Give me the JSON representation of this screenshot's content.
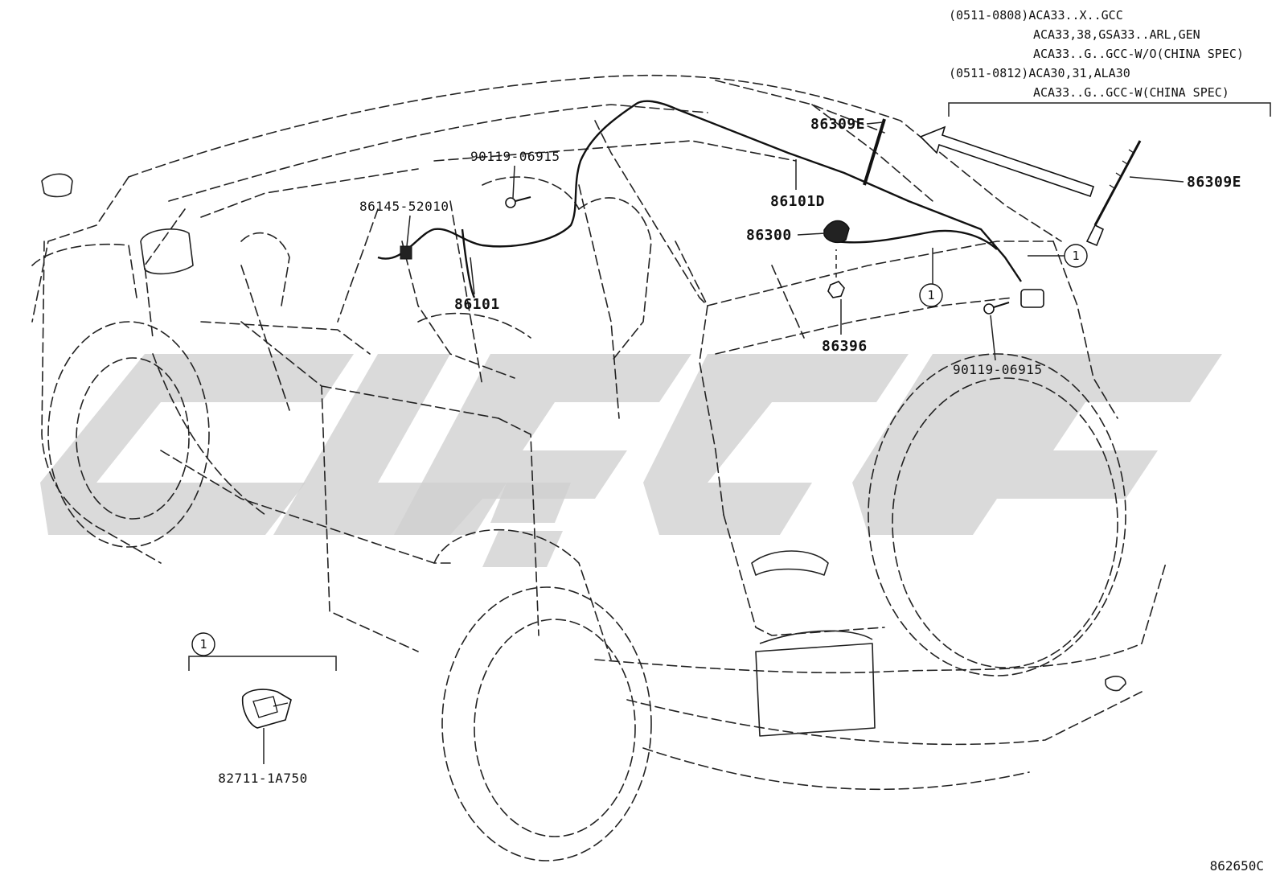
{
  "labels": {
    "p90119_a": "90119-06915",
    "p86145": "86145-52010",
    "p86101": "86101",
    "p86101d": "86101D",
    "p86300": "86300",
    "p86309e_a": "86309E",
    "p86309e_b": "86309E",
    "p86396": "86396",
    "p90119_b": "90119-06915",
    "p82711": "82711-1A750"
  },
  "callouts": {
    "one_a": "1",
    "one_b": "1",
    "one_c": "1"
  },
  "applicability": {
    "line1": "(0511-0808)ACA33..X..GCC",
    "line2": "ACA33,38,GSA33..ARL,GEN",
    "line3": "ACA33..G..GCC-W/O(CHINA SPEC)",
    "line4": "(0511-0812)ACA30,31,ALA30",
    "line5": "ACA33..G..GCC-W(CHINA SPEC)"
  },
  "figure_ref": "862650C",
  "colors": {
    "line": "#222222",
    "watermark": "#cfcfcf"
  },
  "icons": [
    "antenna-mast-icon",
    "antenna-base-icon",
    "bolt-icon",
    "nut-icon",
    "connector-icon",
    "direction-arrow-icon"
  ]
}
